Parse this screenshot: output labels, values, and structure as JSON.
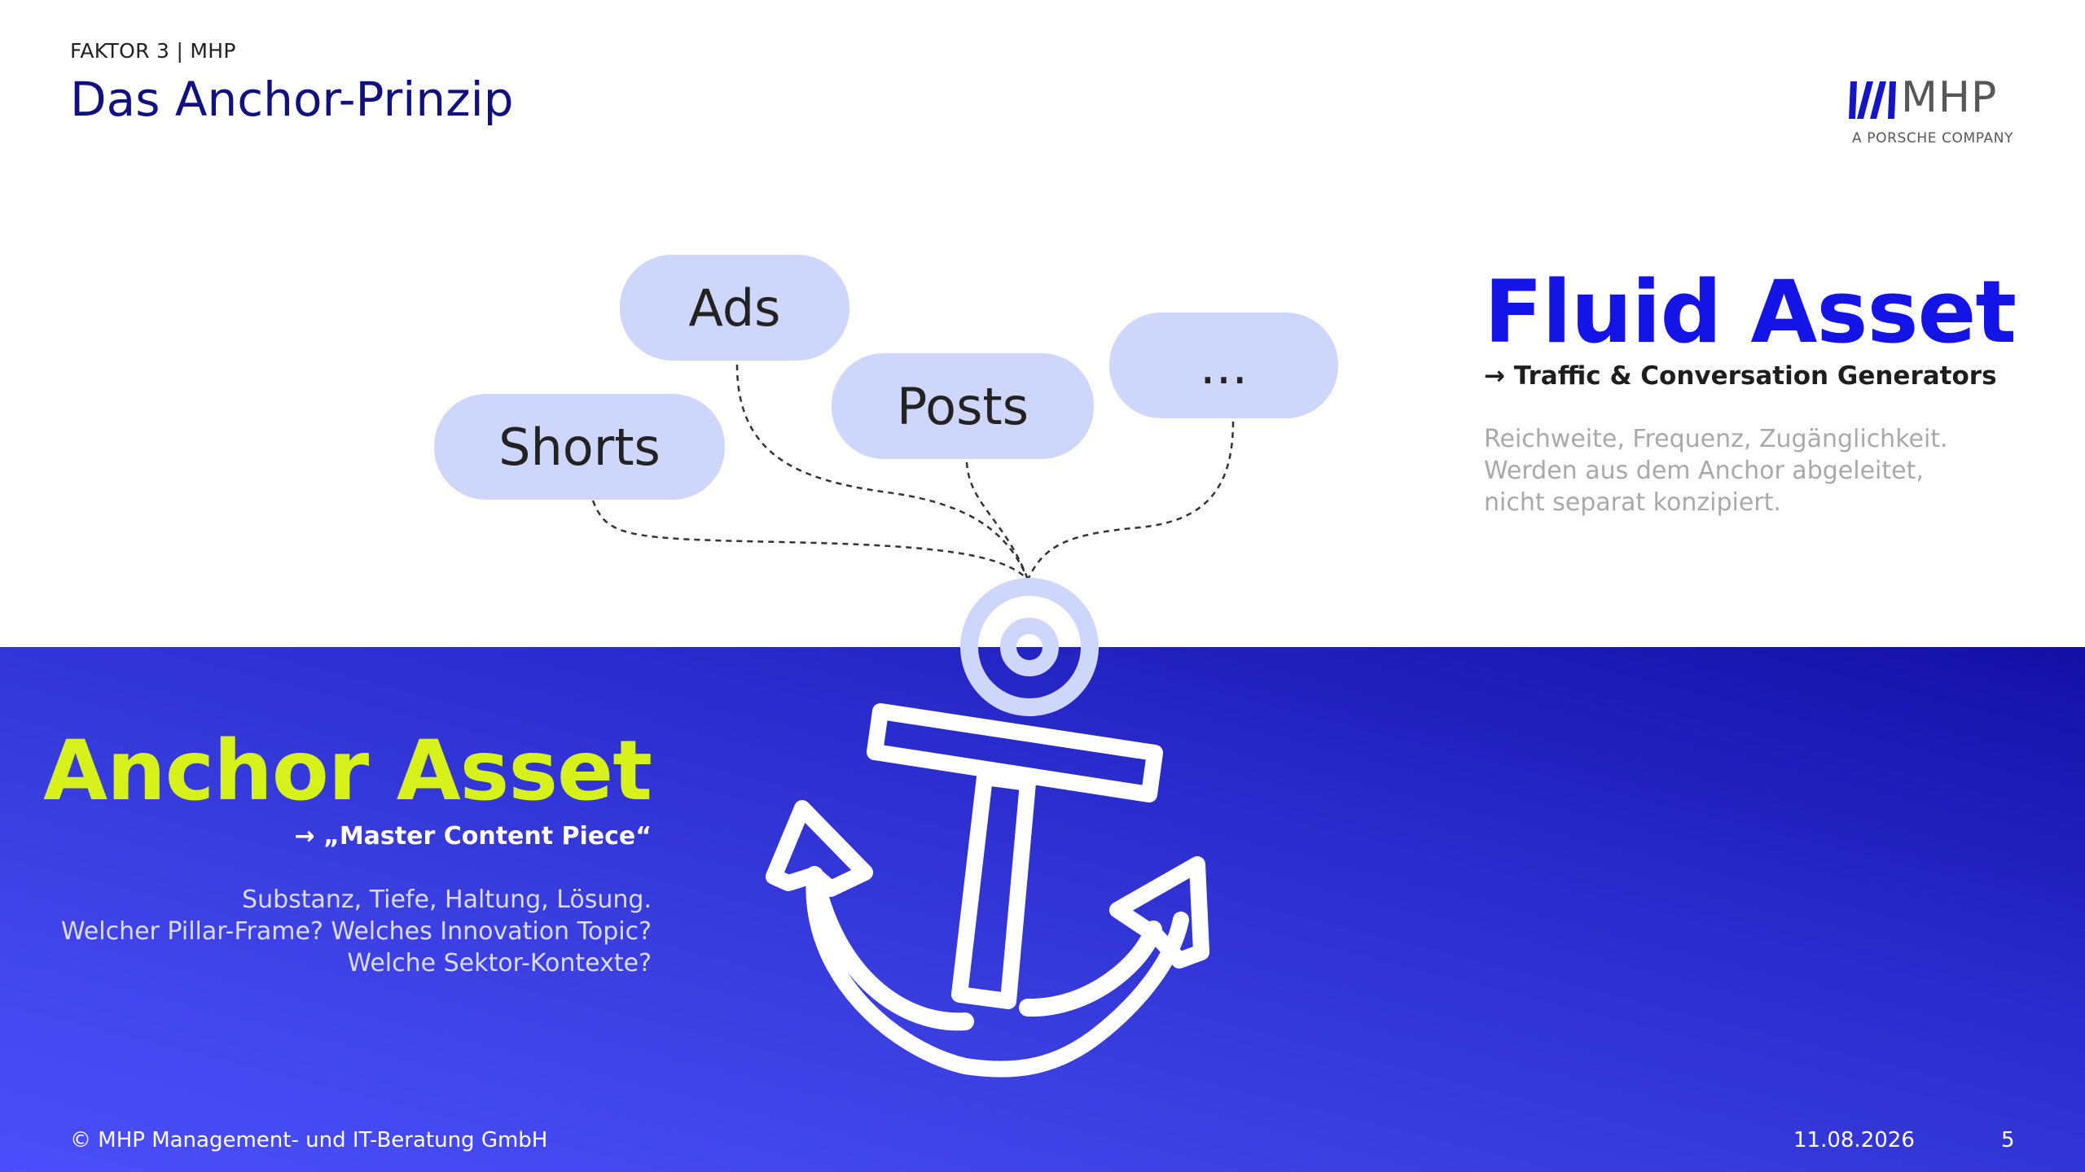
{
  "header": {
    "kicker": "FAKTOR 3 | MHP",
    "title": "Das Anchor-Prinzip"
  },
  "logo": {
    "name": "MHP",
    "tagline": "A PORSCHE COMPANY"
  },
  "pills": {
    "ads": "Ads",
    "shorts": "Shorts",
    "posts": "Posts",
    "more": "..."
  },
  "fluid": {
    "title": "Fluid Asset",
    "subtitle": "→ Traffic & Conversation Generators",
    "desc": [
      "Reichweite, Frequenz, Zugänglichkeit.",
      "Werden aus dem Anchor abgeleitet,",
      "nicht separat konzipiert."
    ]
  },
  "anchor": {
    "title": "Anchor Asset",
    "subtitle": "→ „Master Content Piece“",
    "desc": [
      "Substanz, Tiefe, Haltung, Lösung.",
      "Welcher Pillar-Frame? Welches Innovation Topic?",
      "Welche Sektor-Kontexte?"
    ]
  },
  "footer": {
    "copyright": "© MHP Management- und IT-Beratung GmbH",
    "date": "11.08.2026",
    "page": "5"
  },
  "colors": {
    "title_blue": "#10107e",
    "fluid_blue": "#1414e6",
    "pill": "#cfd6fb",
    "anchor_lime": "#d6f21a",
    "band_start": "#4a4ffb",
    "band_end": "#1410a6"
  }
}
